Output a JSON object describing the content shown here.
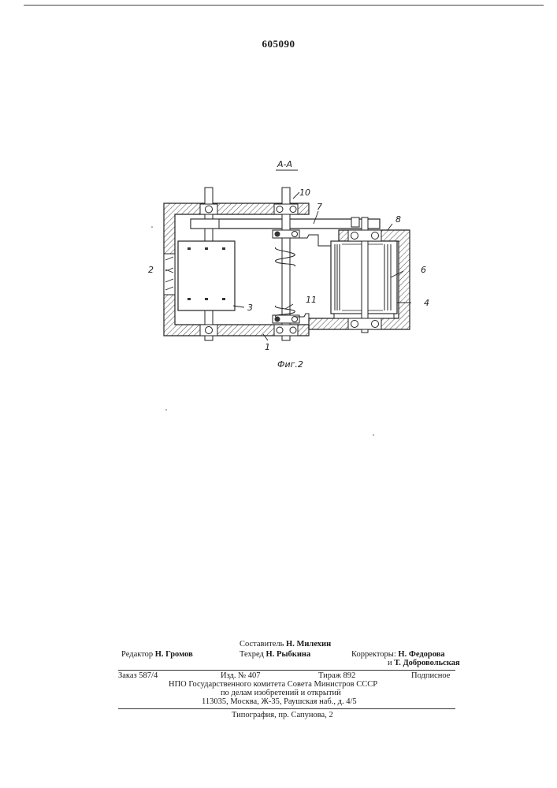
{
  "patent_number": "605090",
  "drawing": {
    "section_label": "А-А",
    "figure_caption": "Фиг.2",
    "part_labels": {
      "p1": "1",
      "p2": "2",
      "p3": "3",
      "p4": "4",
      "p6": "6",
      "p7": "7",
      "p8": "8",
      "p10": "10",
      "p11": "11"
    }
  },
  "imprint": {
    "compiler_label": "Составитель",
    "compiler_name": "Н. Милехин",
    "editor_label": "Редактор",
    "editor_name": "Н. Громов",
    "techred_label": "Техред",
    "techred_name": "Н. Рыбкина",
    "correctors_label": "Корректоры:",
    "corrector_1": "Н. Федорова",
    "corrector_2_prefix": "и",
    "corrector_2": "Т. Добровольская",
    "order": "Заказ 587/4",
    "edition": "Изд. № 407",
    "circulation": "Тираж 892",
    "subscription": "Подписное",
    "org_line_1": "НПО Государственного комитета Совета Министров СССР",
    "org_line_2": "по делам изобретений и открытий",
    "address": "113035, Москва, Ж-35, Раушская наб., д. 4/5",
    "printer": "Типография, пр. Сапунова, 2"
  }
}
